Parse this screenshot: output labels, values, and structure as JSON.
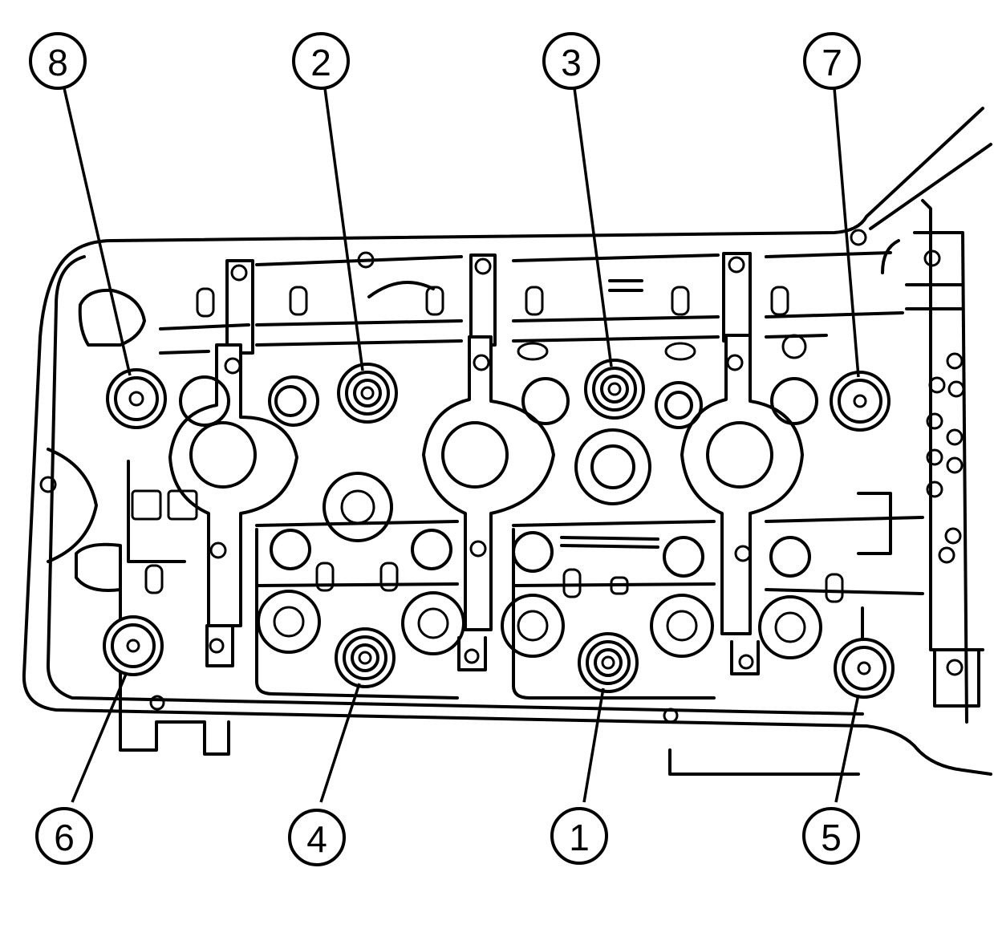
{
  "callouts": {
    "c1": "1",
    "c2": "2",
    "c3": "3",
    "c4": "4",
    "c5": "5",
    "c6": "6",
    "c7": "7",
    "c8": "8"
  },
  "colors": {
    "line": "#000000",
    "background": "#ffffff"
  }
}
